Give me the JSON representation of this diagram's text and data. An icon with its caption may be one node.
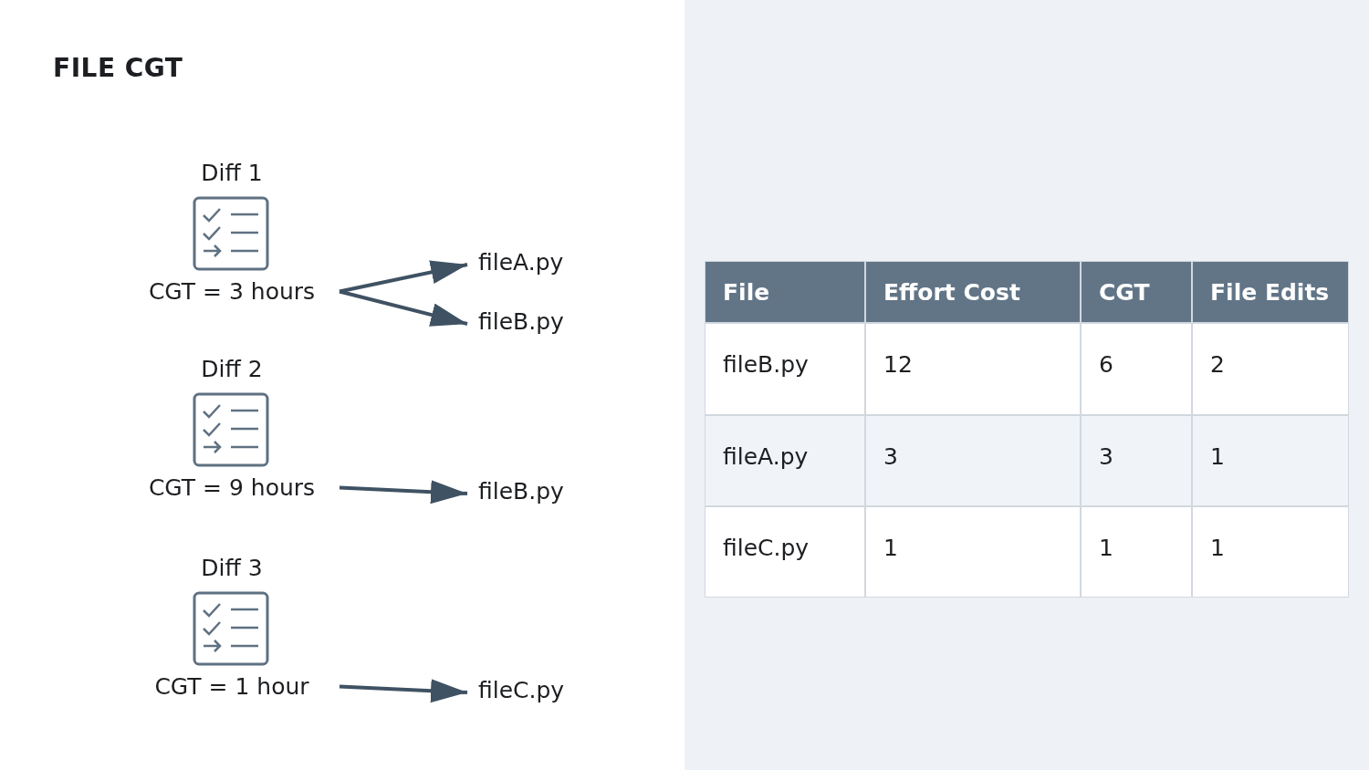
{
  "diagram": {
    "title": "FILE CGT",
    "nodes": [
      {
        "text": [
          "Diff 1",
          "CGT = 3 hours"
        ]
      },
      {
        "text": [
          "fileA.py"
        ]
      },
      {
        "text": [
          "fileB.py"
        ]
      },
      {
        "text": [
          "Diff 2",
          "CGT = 9 hours"
        ]
      },
      {
        "text": [
          "fileB.py"
        ]
      },
      {
        "text": [
          "Diff 3",
          "CGT = 1 hour"
        ]
      },
      {
        "text": [
          "fileC.py"
        ]
      }
    ],
    "edges": [
      {
        "from": 0,
        "to": 1,
        "arrow": "to"
      },
      {
        "from": 0,
        "to": 2,
        "arrow": "to"
      },
      {
        "from": 3,
        "to": 4,
        "arrow": "to"
      },
      {
        "from": 5,
        "to": 6,
        "arrow": "to"
      }
    ],
    "labels": [
      "File",
      "Effort Cost",
      "CGT",
      "File Edits",
      "fileB.py",
      "12",
      "6",
      "2",
      "fileA.py",
      "3",
      "3",
      "1",
      "fileC.py",
      "1",
      "1",
      "1"
    ]
  }
}
